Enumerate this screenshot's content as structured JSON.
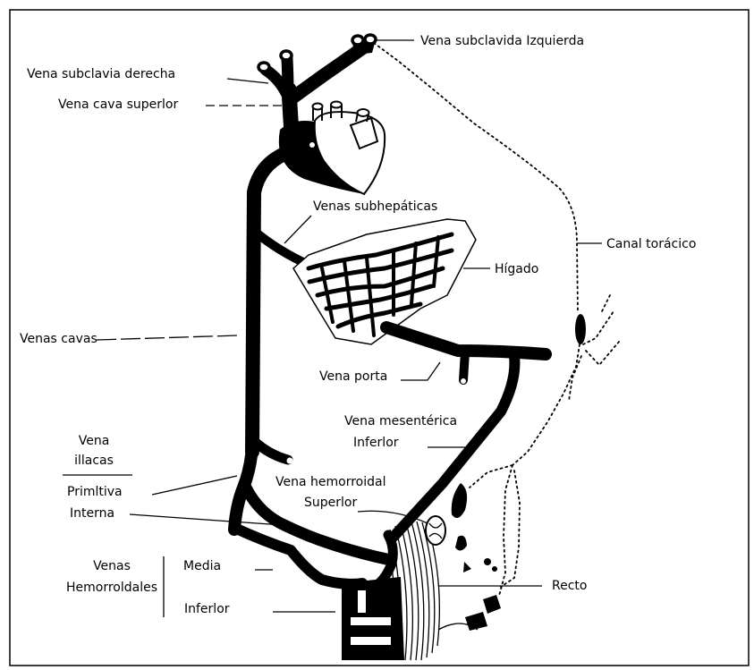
{
  "colors": {
    "ink": "#000000",
    "paper": "#ffffff"
  },
  "diagram": {
    "labels": {
      "subclavia_izquierda": "Vena subclavida Izquierda",
      "subclavia_derecha": "Vena subclavia derecha",
      "cava_superior": "Vena cava superlor",
      "subhepaticas": "Venas subhepáticas",
      "canal_toracico": "Canal torácico",
      "higado": "Hígado",
      "venas_cavas": "Venas cavas",
      "vena_porta": "Vena porta",
      "mesenterica_1": "Vena mesentérica",
      "mesenterica_2": "Inferlor",
      "iliacas_1": "Vena",
      "iliacas_2": "illacas",
      "primitiva": "Primltiva",
      "hemorroidal_1": "Vena hemorroidal",
      "hemorroidal_2": "Superlor",
      "interna": "Interna",
      "hemorroidales_1": "Venas",
      "hemorroidales_2": "Hemorroldales",
      "media": "Media",
      "recto": "Recto",
      "inferior": "Inferlor"
    }
  }
}
